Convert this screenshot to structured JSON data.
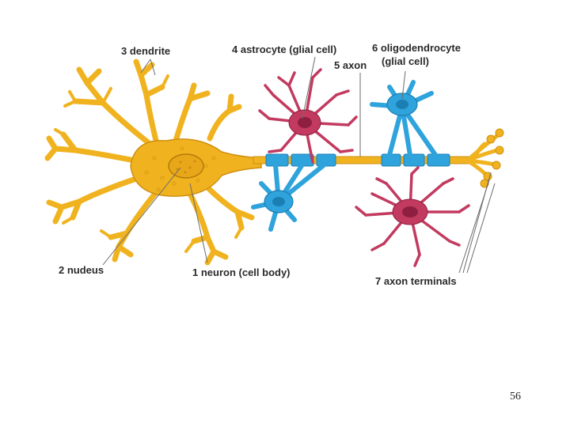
{
  "labels": {
    "dendrite": "3 dendrite",
    "astrocyte": "4 astrocyte (glial cell)",
    "axon": "5 axon",
    "oligodendrocyte_line1": "6 oligodendrocyte",
    "oligodendrocyte_line2": "(glial cell)",
    "nucleus": "2 nudeus",
    "neuron": "1 neuron (cell body)",
    "axon_terminals": "7 axon terminals"
  },
  "page_number": "56",
  "colors": {
    "neuron": "#F0B31F",
    "neuron_outline": "#D08F12",
    "astrocyte": "#C23A5F",
    "astrocyte_dark": "#8E1F40",
    "myelin": "#2FA3DB",
    "myelin_outline": "#1C7FB4",
    "leader_line": "#6b6b6b"
  }
}
